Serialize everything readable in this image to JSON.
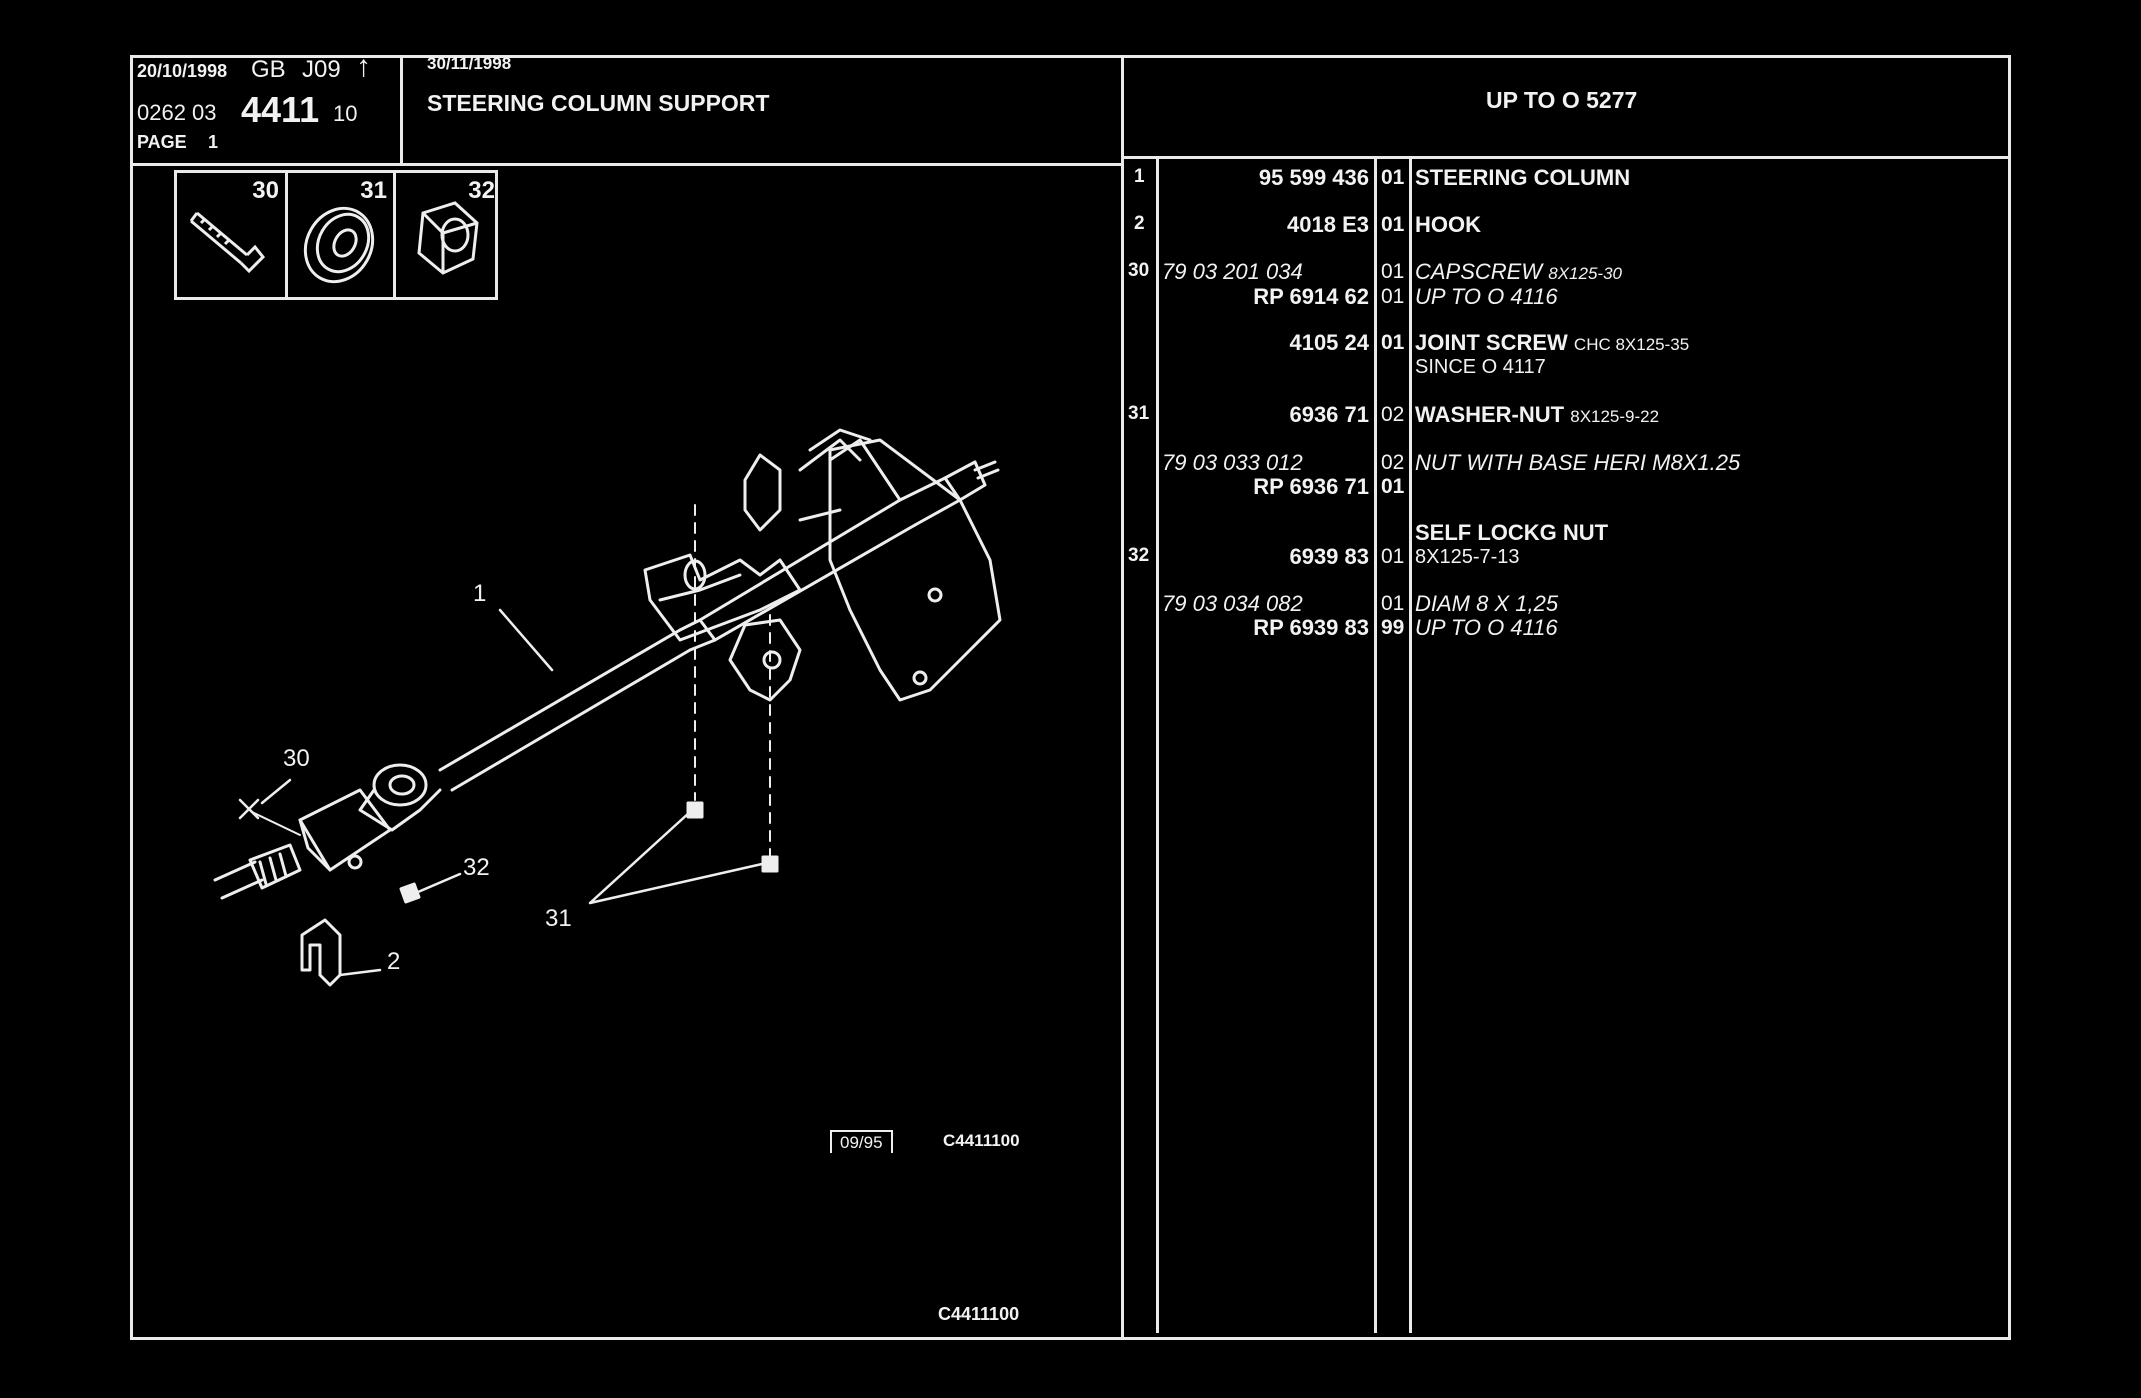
{
  "header": {
    "date1": "20/10/1998",
    "lang_code": "GB",
    "code": "J09",
    "arrow": "↑",
    "ref_prefix": "0262 03",
    "ref_main": "4411",
    "ref_suffix": "10",
    "page_label": "PAGE",
    "page_num": "1",
    "date2": "30/11/1998",
    "title": "STEERING COLUMN SUPPORT",
    "range": "UP TO O  5277"
  },
  "icon_panel": [
    {
      "num": "30",
      "icon": "capscrew-icon"
    },
    {
      "num": "31",
      "icon": "washer-icon"
    },
    {
      "num": "32",
      "icon": "nut-icon"
    }
  ],
  "diagram": {
    "callouts": [
      "1",
      "30",
      "32",
      "31",
      "2"
    ],
    "stamp_date": "09/95",
    "stamp_code": "C4411100",
    "bottom_code": "C4411100"
  },
  "parts": [
    {
      "ref": "1",
      "lines": [
        {
          "part": "95 599 436",
          "qty": "01",
          "desc": "STEERING COLUMN",
          "detail": "",
          "italic": false
        }
      ]
    },
    {
      "ref": "2",
      "lines": [
        {
          "part": "4018 E3",
          "qty": "01",
          "desc": "HOOK",
          "detail": "",
          "italic": false
        }
      ]
    },
    {
      "ref": "30",
      "lines": [
        {
          "part": "79 03 201 034",
          "qty": "01",
          "desc": "CAPSCREW",
          "detail": "8X125-30",
          "italic": true
        },
        {
          "part": "RP  6914 62",
          "qty": "01",
          "desc": "UP TO O 4116",
          "detail": "",
          "italic": true
        },
        {
          "part": "4105 24",
          "qty": "01",
          "desc": "JOINT SCREW",
          "detail": "CHC 8X125-35",
          "italic": false
        },
        {
          "part": "",
          "qty": "",
          "desc": "SINCE O 4117",
          "detail": "",
          "italic": false
        }
      ]
    },
    {
      "ref": "31",
      "lines": [
        {
          "part": "6936 71",
          "qty": "02",
          "desc": "WASHER-NUT",
          "detail": "8X125-9-22",
          "italic": false
        },
        {
          "part": "79 03 033 012",
          "qty": "02",
          "desc": "NUT WITH BASE HERI M8X1.25",
          "detail": "",
          "italic": true
        },
        {
          "part": "RP  6936 71",
          "qty": "01",
          "desc": "",
          "detail": "",
          "italic": false
        }
      ]
    },
    {
      "ref": "32",
      "lines": [
        {
          "part": "",
          "qty": "",
          "desc": "SELF LOCKG NUT",
          "detail": "",
          "italic": false
        },
        {
          "part": "6939 83",
          "qty": "01",
          "desc": "8X125-7-13",
          "detail": "",
          "italic": false
        },
        {
          "part": "79 03 034 082",
          "qty": "01",
          "desc": "DIAM 8 X 1,25",
          "detail": "",
          "italic": true
        },
        {
          "part": "RP  6939 83",
          "qty": "99",
          "desc": "UP TO O 4116",
          "detail": "",
          "italic": true
        }
      ]
    }
  ]
}
